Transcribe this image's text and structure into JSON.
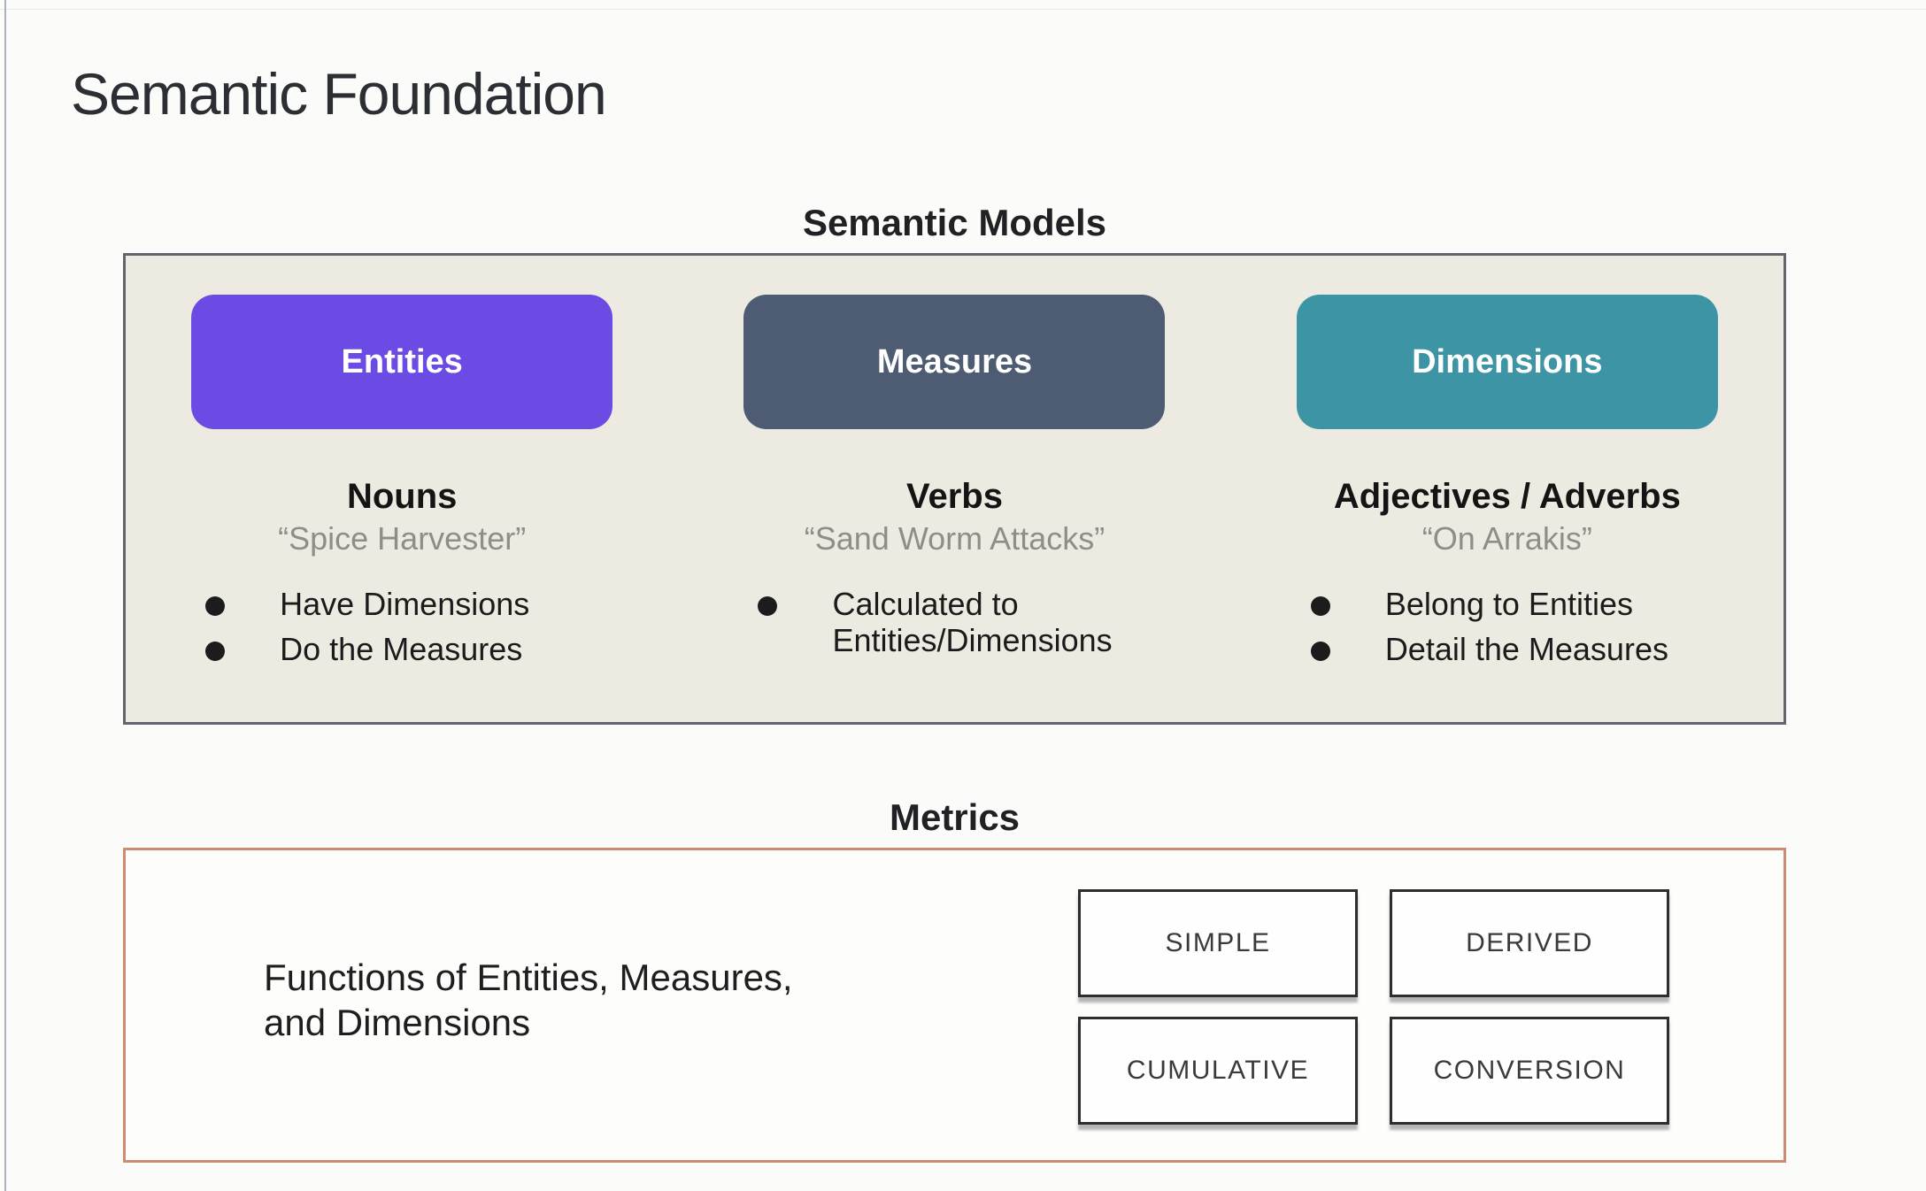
{
  "slide": {
    "title": "Semantic Foundation"
  },
  "semantic_models": {
    "heading": "Semantic Models",
    "panel_background": "#edebe1",
    "panel_border": "#60666c",
    "columns": [
      {
        "pill_label": "Entities",
        "pill_color": "#6b4be3",
        "role": "Nouns",
        "example": "“Spice Harvester”",
        "bullets": [
          "Have Dimensions",
          "Do the Measures"
        ]
      },
      {
        "pill_label": "Measures",
        "pill_color": "#4d5c72",
        "role": "Verbs",
        "example": "“Sand Worm Attacks”",
        "bullets": [
          "Calculated to Entities/Dimensions"
        ]
      },
      {
        "pill_label": "Dimensions",
        "pill_color": "#3c94a4",
        "role": "Adjectives / Adverbs",
        "example": "“On Arrakis”",
        "bullets": [
          "Belong to Entities",
          "Detail the Measures"
        ]
      }
    ]
  },
  "metrics": {
    "heading": "Metrics",
    "panel_border": "#d08a6e",
    "description_line1": "Functions of Entities, Measures,",
    "description_line2": "and Dimensions",
    "types": [
      "SIMPLE",
      "DERIVED",
      "CUMULATIVE",
      "CONVERSION"
    ]
  }
}
